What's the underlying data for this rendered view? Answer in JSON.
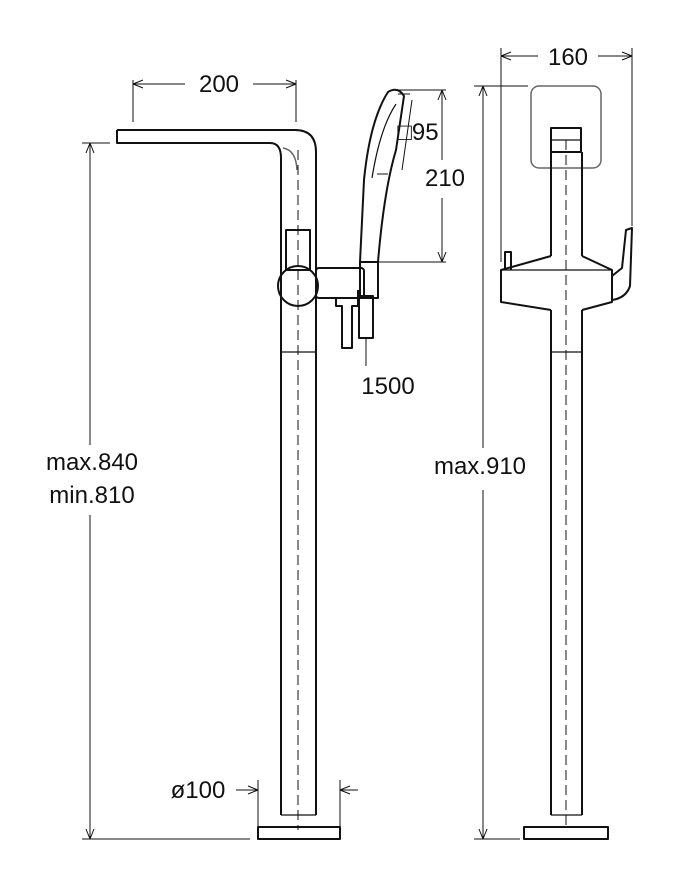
{
  "dimensions": {
    "spout_reach": "200",
    "handshower_size": "□95",
    "handshower_length": "210",
    "hose_length": "1500",
    "height_max_side": "max.840",
    "height_min_side": "min.810",
    "base_diameter": "ø100",
    "width_front": "160",
    "height_max_front": "max.910"
  },
  "colors": {
    "line": "#111111",
    "shade": "#666666",
    "background": "#ffffff"
  }
}
